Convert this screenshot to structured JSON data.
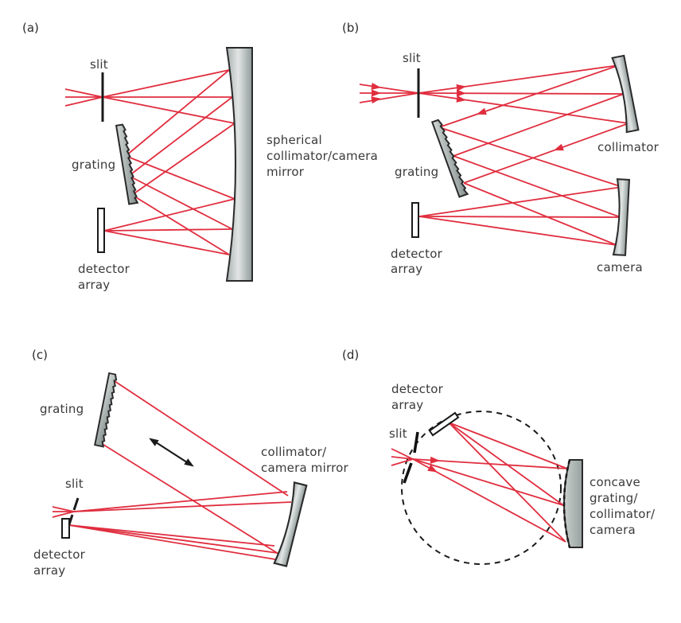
{
  "figure": {
    "title": "spectrometer mount diagrams",
    "colors": {
      "ray_red": "#e02e3f",
      "optic_outline": "#2a2a2a",
      "optic_fill_light": "#dde2e1",
      "optic_fill_dark": "#96a09f",
      "label_text": "#3a3a3a",
      "background": "#ffffff"
    }
  },
  "panels": {
    "a": {
      "tag": "(a)",
      "slit": "slit",
      "grating": "grating",
      "mirror_label": [
        "spherical",
        "collimator/camera",
        "mirror"
      ],
      "detector_label": [
        "detector",
        "array"
      ]
    },
    "b": {
      "tag": "(b)",
      "slit": "slit",
      "grating": "grating",
      "collimator": "collimator",
      "camera": "camera",
      "detector_label": [
        "detector",
        "array"
      ]
    },
    "c": {
      "tag": "(c)",
      "slit": "slit",
      "grating": "grating",
      "mirror_label": [
        "collimator/",
        "camera mirror"
      ],
      "detector_label": [
        "detector",
        "array"
      ]
    },
    "d": {
      "tag": "(d)",
      "slit": "slit",
      "detector_label": [
        "detector",
        "array"
      ],
      "grating_label": [
        "concave",
        "grating/",
        "collimator/",
        "camera"
      ]
    }
  }
}
